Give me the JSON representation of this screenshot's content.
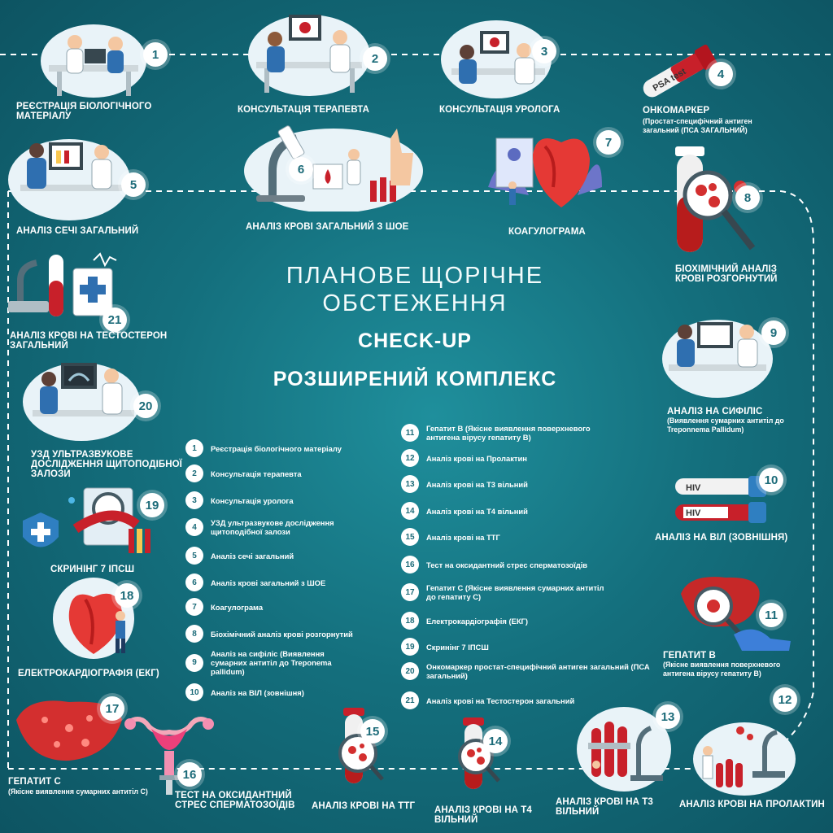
{
  "title": {
    "line1": "ПЛАНОВЕ ЩОРІЧНЕ",
    "line2": "ОБСТЕЖЕННЯ",
    "checkup": "CHECK-UP",
    "complex": "РОЗШИРЕНИЙ КОМПЛЕКС"
  },
  "colors": {
    "background": "#146f7d",
    "accent_red": "#c8202a",
    "badge_text": "#1c6b79"
  },
  "steps": [
    {
      "num": "1",
      "label": "Реєстрація біологічного матеріалу",
      "icon": "doctor-desk-icon"
    },
    {
      "num": "2",
      "label": "Консультація терапевта",
      "icon": "doctor-desk-icon"
    },
    {
      "num": "3",
      "label": "Консультація уролога",
      "icon": "doctor-desk-icon"
    },
    {
      "num": "4",
      "label": "Онкомаркер",
      "sub": "(Простат-специфічний антиген загальний (ПСА ЗАГАЛЬНИЙ)",
      "icon": "test-tube-icon",
      "tube_text": "PSA test"
    },
    {
      "num": "5",
      "label": "Аналіз сечі загальний",
      "icon": "doctor-desk-icon"
    },
    {
      "num": "6",
      "label": "Аналіз крові загальний з ШОЕ",
      "icon": "microscope-icon"
    },
    {
      "num": "7",
      "label": "Коагулограма",
      "icon": "heart-icon"
    },
    {
      "num": "8",
      "label": "Біохімічний аналіз крові розгорнутий",
      "icon": "blood-tube-icon"
    },
    {
      "num": "9",
      "label": "Аналіз на сифіліс",
      "sub": "(Виявлення сумарних антитіл до Treponnema Pallidum)",
      "icon": "doctor-desk-icon"
    },
    {
      "num": "10",
      "label": "Аналіз на ВІЛ (зовнішня)",
      "icon": "hiv-tube-icon",
      "tube_text": "HIV"
    },
    {
      "num": "11",
      "label": "Гепатит B",
      "sub": "(Якісне виявлення поверхневого антигена вірусу гепатиту B)",
      "icon": "liver-icon"
    },
    {
      "num": "12",
      "label": "Аналіз крові на Пролактин",
      "icon": "lab-icon"
    },
    {
      "num": "13",
      "label": "Аналіз крові на Т3 вільний",
      "icon": "lab-icon"
    },
    {
      "num": "14",
      "label": "Аналіз крові на Т4 вільний",
      "icon": "blood-tube-icon"
    },
    {
      "num": "15",
      "label": "Аналіз крові на ТТГ",
      "icon": "blood-tube-icon"
    },
    {
      "num": "16",
      "label": "Тест на оксидантний стрес сперматозоїдів",
      "icon": "uterus-icon"
    },
    {
      "num": "17",
      "label": "Гепатит C",
      "sub": "(Якісне виявлення сумарних антитіл C)",
      "icon": "liver-icon"
    },
    {
      "num": "18",
      "label": "Електрокардіографія (ЕКГ)",
      "icon": "heart-icon"
    },
    {
      "num": "19",
      "label": "Скринінг 7 ІПСШ",
      "icon": "shield-icon"
    },
    {
      "num": "20",
      "label": "УЗД ультразвукове дослідження щитоподібної залози",
      "icon": "doctor-desk-icon"
    },
    {
      "num": "21",
      "label": "Аналіз крові на тестостерон загальний",
      "icon": "clipboard-icon"
    }
  ],
  "list_left": [
    {
      "num": "1",
      "text": "Реєстрація біологічного матеріалу"
    },
    {
      "num": "2",
      "text": "Консультація терапевта"
    },
    {
      "num": "3",
      "text": "Консультація уролога"
    },
    {
      "num": "4",
      "text": "УЗД ультразвукове дослідження щитоподібної залози"
    },
    {
      "num": "5",
      "text": "Аналіз сечі загальний"
    },
    {
      "num": "6",
      "text": "Аналіз крові загальний з ШОЕ"
    },
    {
      "num": "7",
      "text": "Коагулограма"
    },
    {
      "num": "8",
      "text": "Біохімічний аналіз крові розгорнутий"
    },
    {
      "num": "9",
      "text": "Аналіз на сифіліс (Виявлення сумарних антитіл до Treponema pallidum)"
    },
    {
      "num": "10",
      "text": "Аналіз на ВІЛ (зовнішня)"
    }
  ],
  "list_right": [
    {
      "num": "11",
      "text": "Гепатит B (Якісне виявлення поверхневого антигена вірусу гепатиту B)"
    },
    {
      "num": "12",
      "text": "Аналіз крові на Пролактин"
    },
    {
      "num": "13",
      "text": "Аналіз крові на Т3 вільний"
    },
    {
      "num": "14",
      "text": "Аналіз крові на Т4 вільний"
    },
    {
      "num": "15",
      "text": "Аналіз крові на ТТГ"
    },
    {
      "num": "16",
      "text": "Тест на оксидантний стрес сперматозоїдів"
    },
    {
      "num": "17",
      "text": "Гепатит C (Якісне виявлення сумарних антитіл до гепатиту C)"
    },
    {
      "num": "18",
      "text": "Електрокардіографія (ЕКГ)"
    },
    {
      "num": "19",
      "text": "Скринінг 7 ІПСШ"
    },
    {
      "num": "20",
      "text": "Онкомаркер простат-специфічний антиген загальний (ПСА загальний)"
    },
    {
      "num": "21",
      "text": "Аналіз крові на Тестостерон загальний"
    }
  ]
}
